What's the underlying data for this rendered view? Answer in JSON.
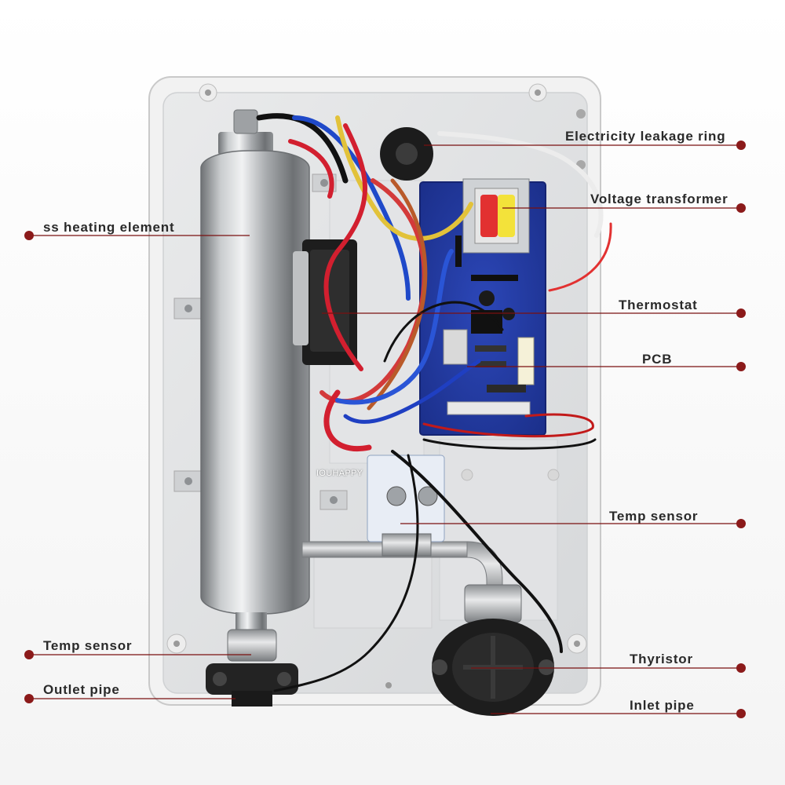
{
  "watermark": "IOUHAPPY",
  "colors": {
    "callout_line": "#7a1010",
    "callout_dot": "#8b1a1a",
    "label_text": "#2a2a2a"
  },
  "labels": {
    "leakage_ring": "Electricity leakage ring",
    "voltage_transformer": "Voltage transformer",
    "heating_element": "ss heating element",
    "thermostat": "Thermostat",
    "pcb": "PCB",
    "temp_sensor_right": "Temp sensor",
    "temp_sensor_left": "Temp sensor",
    "thyristor": "Thyristor",
    "outlet_pipe": "Outlet pipe",
    "inlet_pipe": "Inlet pipe"
  }
}
